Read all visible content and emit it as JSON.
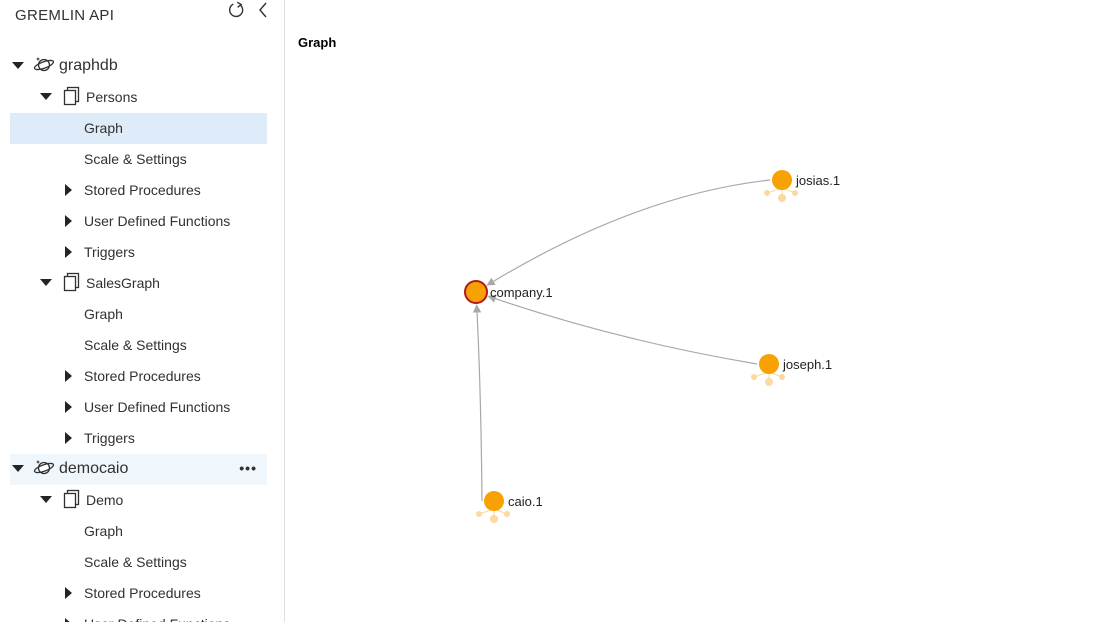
{
  "sidebar": {
    "title": "GREMLIN API",
    "refresh_icon": "refresh-icon",
    "collapse_icon": "chevron-left-icon",
    "databases": [
      {
        "name": "graphdb",
        "icon": "planet-icon",
        "collections": [
          {
            "name": "Persons",
            "icon": "document-icon",
            "items": [
              {
                "label": "Graph",
                "expandable": false,
                "selected": true
              },
              {
                "label": "Scale & Settings",
                "expandable": false
              },
              {
                "label": "Stored Procedures",
                "expandable": true
              },
              {
                "label": "User Defined Functions",
                "expandable": true
              },
              {
                "label": "Triggers",
                "expandable": true
              }
            ]
          },
          {
            "name": "SalesGraph",
            "icon": "document-icon",
            "items": [
              {
                "label": "Graph",
                "expandable": false
              },
              {
                "label": "Scale & Settings",
                "expandable": false
              },
              {
                "label": "Stored Procedures",
                "expandable": true
              },
              {
                "label": "User Defined Functions",
                "expandable": true
              },
              {
                "label": "Triggers",
                "expandable": true
              }
            ]
          }
        ]
      },
      {
        "name": "democaio",
        "icon": "planet-icon",
        "more": "•••",
        "collections": [
          {
            "name": "Demo",
            "icon": "document-icon",
            "items": [
              {
                "label": "Graph",
                "expandable": false
              },
              {
                "label": "Scale & Settings",
                "expandable": false
              },
              {
                "label": "Stored Procedures",
                "expandable": true
              },
              {
                "label": "User Defined Functions",
                "expandable": true
              }
            ]
          }
        ]
      }
    ]
  },
  "main": {
    "title": "Graph"
  },
  "graph": {
    "node_color": "#f7a102",
    "selected_border": "#b01a1a",
    "edge_color": "#a8a8a8",
    "nodes": [
      {
        "id": "company.1",
        "label": "company.1",
        "selected": true
      },
      {
        "id": "josias.1",
        "label": "josias.1"
      },
      {
        "id": "joseph.1",
        "label": "joseph.1"
      },
      {
        "id": "caio.1",
        "label": "caio.1"
      }
    ],
    "edges": [
      {
        "source": "josias.1",
        "target": "company.1"
      },
      {
        "source": "joseph.1",
        "target": "company.1"
      },
      {
        "source": "caio.1",
        "target": "company.1"
      }
    ]
  }
}
